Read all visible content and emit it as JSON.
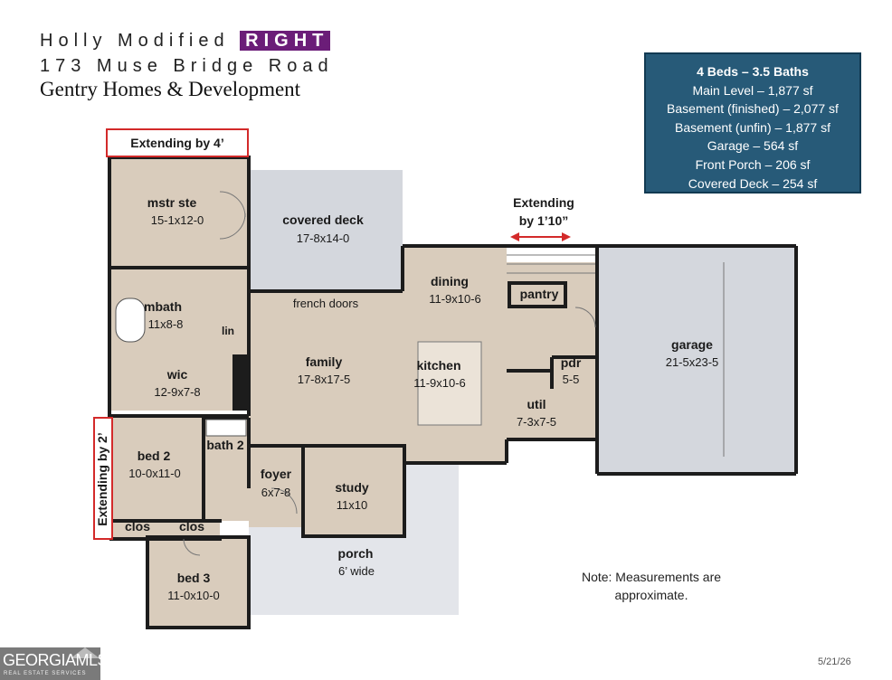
{
  "header": {
    "title_prefix": "Holly Modified",
    "title_highlight": "RIGHT",
    "address": "173 Muse Bridge Road",
    "builder": "Gentry Homes & Development"
  },
  "info": {
    "lines": [
      "4 Beds – 3.5 Baths",
      "Main Level – 1,877 sf",
      "Basement (finished) – 2,077 sf",
      "Basement (unfin) – 1,877 sf",
      "Garage – 564 sf",
      "Front Porch – 206 sf",
      "Covered Deck – 254 sf"
    ]
  },
  "callouts": {
    "extend_4": "Extending by 4’",
    "extend_2": "Extending by 2’",
    "extend_110_line1": "Extending",
    "extend_110_line2": "by 1’10”"
  },
  "rooms": {
    "mstr_ste": {
      "name": "mstr ste",
      "dim": "15-1x12-0"
    },
    "covered_deck": {
      "name": "covered deck",
      "dim": "17-8x14-0"
    },
    "mbath": {
      "name": "mbath",
      "dim": "11x8-8"
    },
    "french_doors": {
      "name": "french doors"
    },
    "lin": {
      "name": "lin"
    },
    "wic": {
      "name": "wic",
      "dim": "12-9x7-8"
    },
    "family": {
      "name": "family",
      "dim": "17-8x17-5"
    },
    "dining": {
      "name": "dining",
      "dim": "11-9x10-6"
    },
    "pantry": {
      "name": "pantry"
    },
    "kitchen": {
      "name": "kitchen",
      "dim": "11-9x10-6"
    },
    "pdr": {
      "name": "pdr",
      "dim": "5-5"
    },
    "util": {
      "name": "util",
      "dim": "7-3x7-5"
    },
    "garage": {
      "name": "garage",
      "dim": "21-5x23-5"
    },
    "bed2": {
      "name": "bed 2",
      "dim": "10-0x11-0"
    },
    "bath2": {
      "name": "bath 2"
    },
    "foyer": {
      "name": "foyer",
      "dim": "6x7-8"
    },
    "study": {
      "name": "study",
      "dim": "11x10"
    },
    "clos1": {
      "name": "clos"
    },
    "clos2": {
      "name": "clos"
    },
    "porch": {
      "name": "porch",
      "dim": "6’ wide"
    },
    "bed3": {
      "name": "bed 3",
      "dim": "11-0x10-0"
    }
  },
  "note": {
    "line1": "Note: Measurements are",
    "line2": "approximate."
  },
  "footer": {
    "date": "5/21/26",
    "logo_text": "GEORGIAMLS",
    "logo_sub": "REAL ESTATE SERVICES"
  },
  "colors": {
    "room_fill": "#d9ccbc",
    "deck_fill": "#d4d7dd",
    "wall": "#1c1c1c",
    "callout_border": "#d32a2a",
    "info_bg": "#275a78",
    "highlight": "#6b1d78"
  }
}
